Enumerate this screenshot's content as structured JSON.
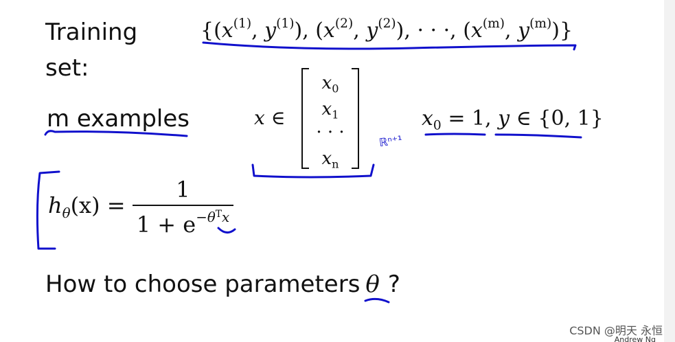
{
  "slide": {
    "training_label": "Training",
    "set_label": "set:",
    "examples_label": "m examples",
    "question_text": "How to choose parameters",
    "question_mark": "?"
  },
  "math": {
    "set_open": "{",
    "set_close": "}",
    "x_sym": "x",
    "y_sym": "y",
    "idx1": "(1)",
    "idx2": "(2)",
    "idxm": "(m)",
    "comma": ",",
    "lparen": "(",
    "rparen": ")",
    "cdots": "· · ·",
    "vec_x0": "x",
    "vec_0": "0",
    "vec_x1": "x",
    "vec_1": "1",
    "vec_dots": "· · ·",
    "vec_xn": "x",
    "vec_n": "n",
    "elem_of": "∈",
    "x0_eq": "= 1,",
    "y_in": "∈ {0, 1}",
    "h_sym": "h",
    "theta": "θ",
    "h_arg": "(x)",
    "equals": "=",
    "numerator": "1",
    "denom_prefix": "1 + e",
    "exp_minus": "−",
    "exp_T": "T",
    "exp_x": "x"
  },
  "annotation": {
    "handwritten_dim": "ℝⁿ⁺¹",
    "ink_color": "#1010cc"
  },
  "footer": {
    "watermark": "CSDN @明天  永恒",
    "author": "Andrew Ng"
  }
}
